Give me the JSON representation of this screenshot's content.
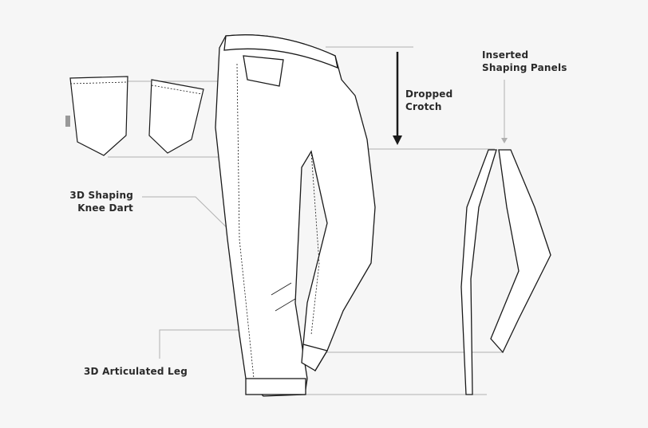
{
  "labels": {
    "dropped_crotch": [
      "Dropped",
      "Crotch"
    ],
    "inserted_panels": [
      "Inserted",
      "Shaping Panels"
    ],
    "knee_dart": [
      "3D Shaping",
      "Knee Dart"
    ],
    "articulated_leg": "3D Articulated Leg"
  },
  "colors": {
    "background": "#f6f6f6",
    "line": "#1a1a1a",
    "leader": "#b0b0b0",
    "text": "#2a2a2a"
  }
}
